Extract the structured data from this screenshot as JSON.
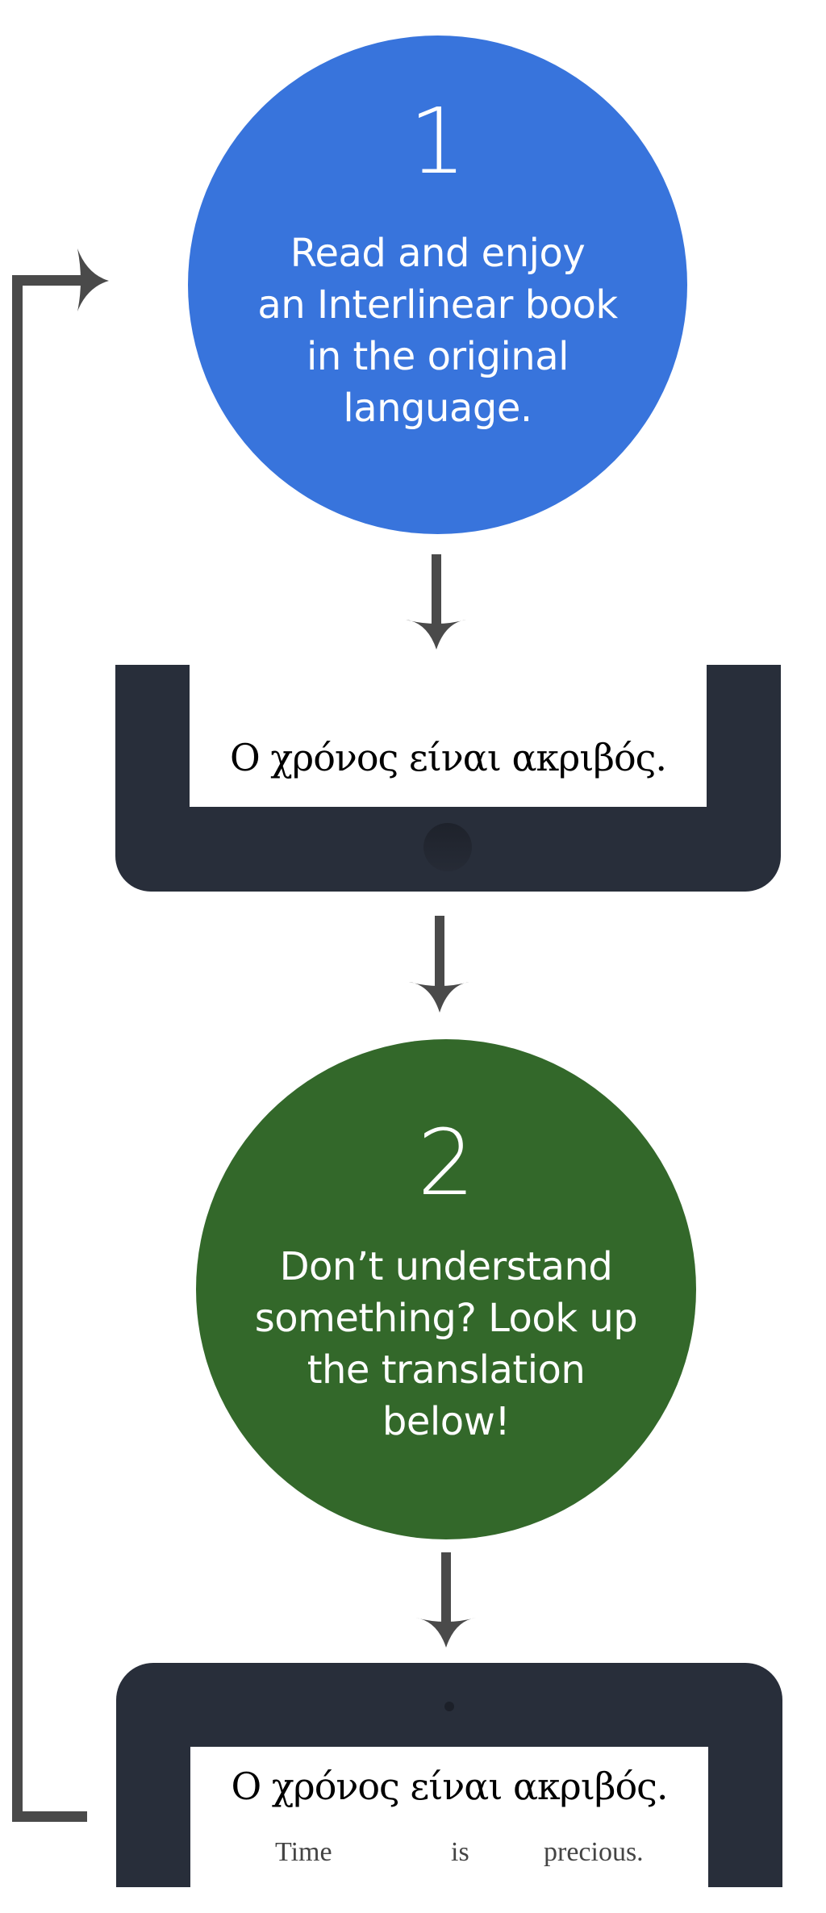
{
  "colors": {
    "step1_bg": "#3874dc",
    "step2_bg": "#33682a",
    "device_bezel": "#282e3a",
    "arrow": "#4a4a4a",
    "text_on_circle": "#ffffff"
  },
  "step1": {
    "number": "1",
    "lines": [
      "Read and enjoy",
      "an Interlinear book",
      "in the original",
      "language."
    ]
  },
  "device1": {
    "original_text": "Ο χρόνος είναι ακριβός.",
    "icon": "home-button"
  },
  "step2": {
    "number": "2",
    "lines": [
      "Don’t understand",
      "something? Look up",
      "the translation",
      "below!"
    ]
  },
  "device2": {
    "original_text": "Ο χρόνος είναι ακριβός.",
    "translation_words": [
      "Time",
      "is",
      "precious."
    ],
    "icon": "camera-dot"
  },
  "arrows": [
    "down-arrow",
    "down-arrow",
    "down-arrow",
    "loop-back-arrow"
  ]
}
